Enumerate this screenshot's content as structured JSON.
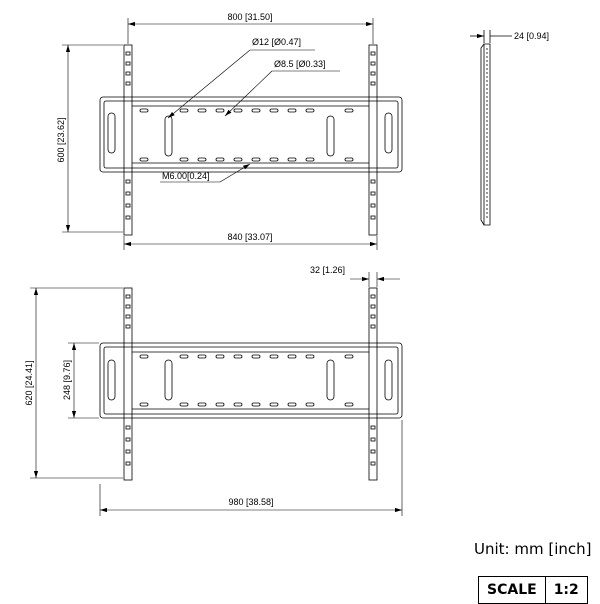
{
  "front_view": {
    "width_top": "800 [31.50]",
    "hole_large": "Ø12 [Ø0.47]",
    "hole_small": "Ø8.5 [Ø0.33]",
    "height": "600 [23.62]",
    "screw": "M6.00[0.24]",
    "width_bottom": "840 [33.07]"
  },
  "side_view": {
    "depth": "24 [0.94]"
  },
  "extended_view": {
    "offset": "32 [1.26]",
    "height_total": "620 [24.41]",
    "height_plate": "248 [9.76]",
    "width_total": "980 [38.58]"
  },
  "unit_note": "Unit: mm [inch]",
  "scale": {
    "label": "SCALE",
    "value": "1:2"
  }
}
